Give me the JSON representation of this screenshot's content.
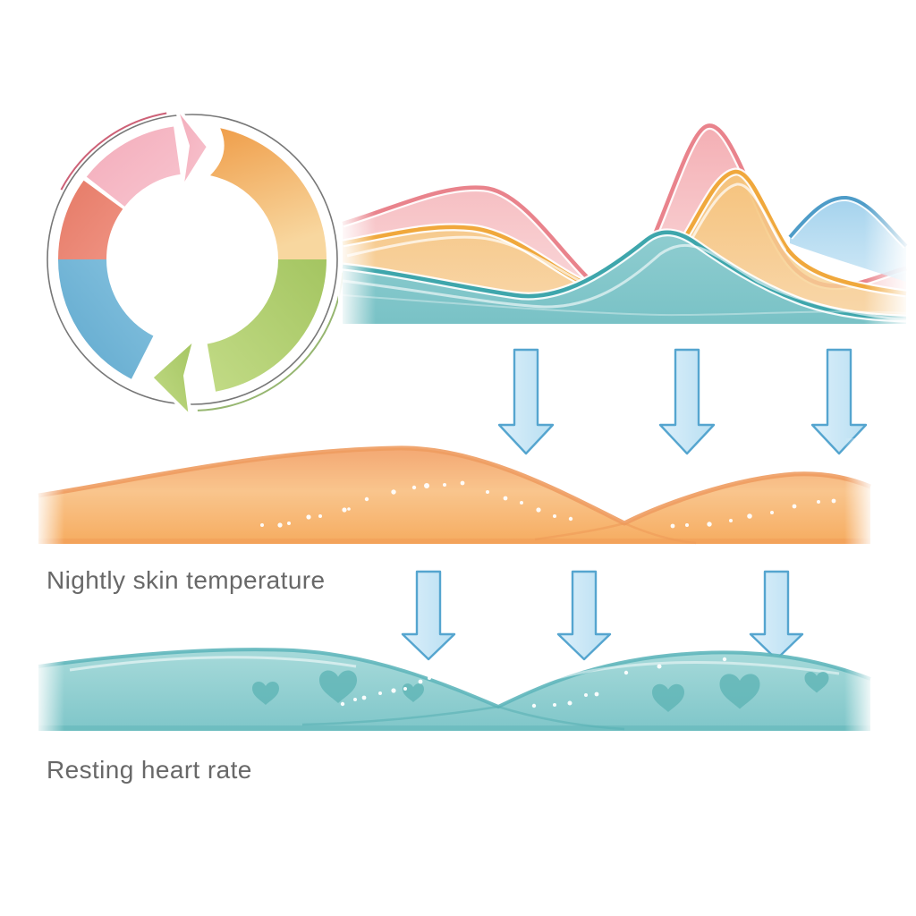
{
  "diagram": {
    "type": "sleep-health-infographic",
    "background": "#FFFFFF",
    "cycle_icon": {
      "name": "circular-cycle-arrows",
      "segments": [
        "pink",
        "orange",
        "green",
        "blue",
        "red"
      ],
      "direction": "clockwise"
    },
    "waves_chart": {
      "description": "overlapping-smooth-wave-series",
      "series": [
        {
          "name": "pink-wave"
        },
        {
          "name": "orange-wave"
        },
        {
          "name": "blue-wave"
        },
        {
          "name": "teal-wave"
        }
      ]
    },
    "arrow_rows": [
      {
        "count": 3,
        "direction": "down"
      },
      {
        "count": 3,
        "direction": "down"
      }
    ]
  },
  "labels": {
    "skin_temperature": "Nightly skin temperature",
    "resting_heart_rate": "Resting heart rate"
  },
  "colors": {
    "cycle_pink": "#F5B9C5",
    "cycle_red": "#E98270",
    "cycle_orange": "#F2A456",
    "cycle_green": "#AFCD6E",
    "cycle_blue": "#6FB0D2",
    "pink_wave_stroke": "#E9838C",
    "pink_wave_fill": "#F3A8AC",
    "orange_wave_stroke": "#F0A83C",
    "orange_wave_fill": "#F7CF90",
    "teal_wave_stroke": "#3EA6AC",
    "teal_wave_fill": "#82C7CB",
    "blue_wave_stroke": "#4E9CC8",
    "blue_wave_fill": "#A9D6EF",
    "arrow_fill": "#C9E6F5",
    "arrow_stroke": "#55A5CF",
    "band_orange": "#F6B06A",
    "band_orange_edge": "#EE9C60",
    "band_teal": "#8CCCCE",
    "band_teal_edge": "#5FB6BB",
    "heart": "#5FB5B6",
    "dot": "#FFFFFF",
    "label_text": "#686868"
  }
}
